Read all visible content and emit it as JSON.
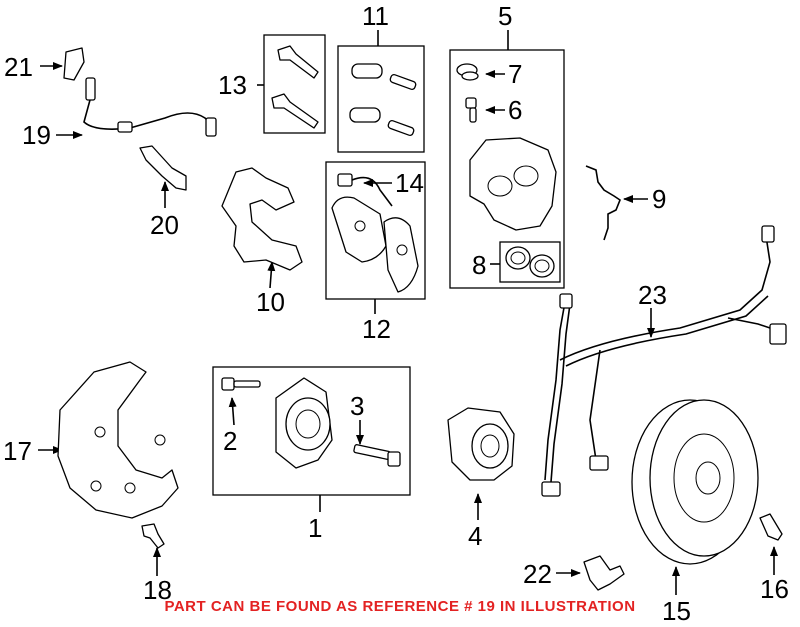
{
  "colors": {
    "line": "#000000",
    "background": "#ffffff",
    "footnote": "#e32222"
  },
  "callouts": {
    "c1": "1",
    "c2": "2",
    "c3": "3",
    "c4": "4",
    "c5": "5",
    "c6": "6",
    "c7": "7",
    "c8": "8",
    "c9": "9",
    "c10": "10",
    "c11": "11",
    "c12": "12",
    "c13": "13",
    "c14": "14",
    "c15": "15",
    "c16": "16",
    "c17": "17",
    "c18": "18",
    "c19": "19",
    "c20": "20",
    "c21": "21",
    "c22": "22",
    "c23": "23"
  },
  "footnote": "PART CAN BE FOUND AS REFERENCE # 19 IN ILLUSTRATION"
}
